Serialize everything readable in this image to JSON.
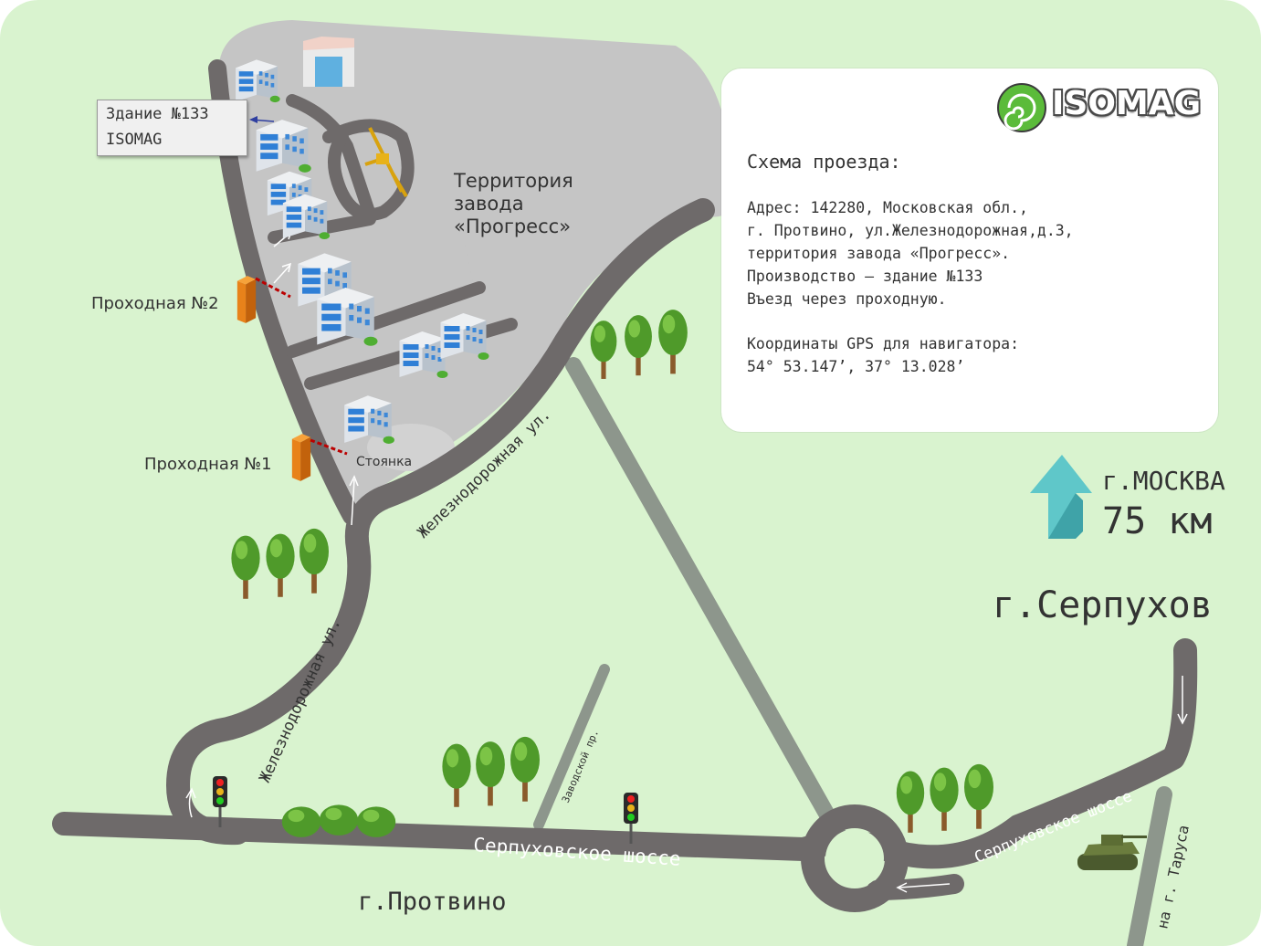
{
  "colors": {
    "background": "#d9f3cf",
    "road": "#6e6a6a",
    "secondary_road": "#8d968c",
    "factory": "#c5c5c5",
    "tree": "#4f9a2a",
    "arrow": "#5fc7c9",
    "barrier": "#e8821a"
  },
  "logo": {
    "text": "ISOMAG",
    "icon": "nautilus-shell-icon"
  },
  "info": {
    "heading": "Схема проезда:",
    "address_lines": [
      "Адрес: 142280, Московская обл.,",
      "г. Протвино, ул.Железнодорожная,д.3,",
      "территория завода «Прогресс».",
      "Производство — здание №133",
      "Въезд через проходную."
    ],
    "gps_label": "Координаты GPS для навигатора:",
    "gps_value": "54° 53.147’, 37° 13.028’"
  },
  "callout": {
    "line1": "Здание №133",
    "line2": "ISOMAG"
  },
  "labels": {
    "factory_line1": "Территория",
    "factory_line2": "завода",
    "factory_line3": "«Прогресс»",
    "gate2": "Проходная №2",
    "gate1": "Проходная №1",
    "parking": "Стоянка",
    "street_top": "Железнодорожная ул.",
    "street_left": "Железнодорожная ул.",
    "zavodskoy": "Заводской пр.",
    "serpukhov_highway_main": "Серпуховское шоссе",
    "serpukhov_highway_right": "Серпуховское шоссе",
    "na_tarusa": "на г. Таруса",
    "moscow_label": "г.МОСКВА",
    "moscow_distance": "75 км",
    "serpukhov": "г.Серпухов",
    "protvino": "г.Протвино"
  },
  "icons": {
    "building": "office-building-icon",
    "tree": "tree-icon",
    "traffic_light": "traffic-light-icon",
    "tank": "tank-icon",
    "crane": "crane-icon",
    "barrier": "barrier-gate-icon",
    "arrow": "up-arrow-icon"
  }
}
